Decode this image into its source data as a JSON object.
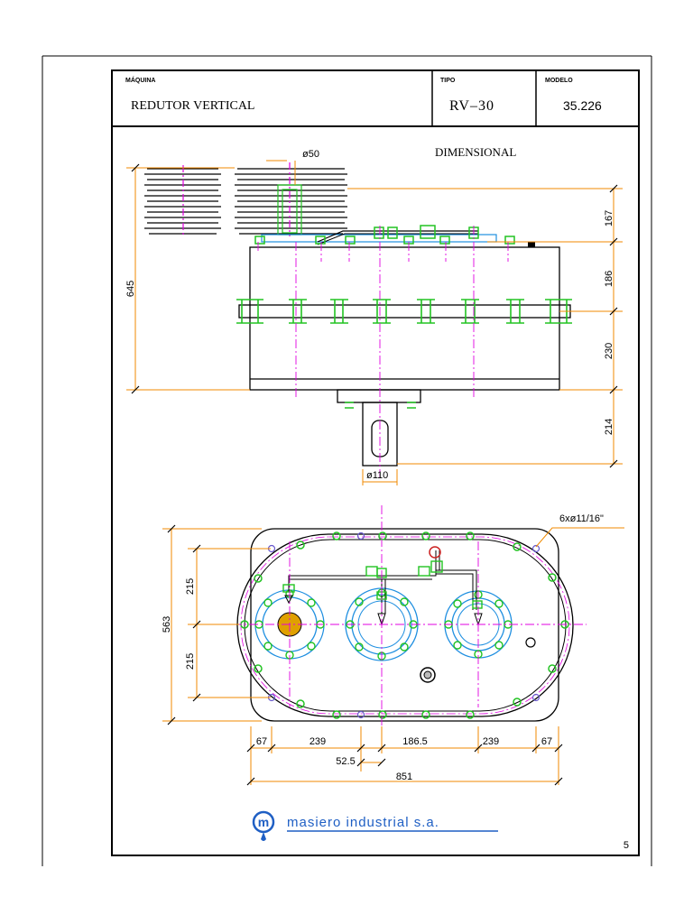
{
  "title_block": {
    "machine_label": "MÁQUINA",
    "machine_value": "REDUTOR VERTICAL",
    "type_label": "TIPO",
    "type_value": "RV–30",
    "model_label": "MODELO",
    "model_value": "35.226"
  },
  "front_view": {
    "heading": "DIMENSIONAL",
    "dims": {
      "pulley_dia": "ø50",
      "total_height": "645",
      "h1": "167",
      "h2": "186",
      "h3": "230",
      "h4": "214",
      "shaft_dia": "ø110"
    }
  },
  "top_view": {
    "holes_note": "6xø11/16\"",
    "dims": {
      "width": "563",
      "half_top": "215",
      "half_bottom": "215",
      "edge_left": "67",
      "span_left": "239",
      "center_span": "186.5",
      "span_right": "239",
      "edge_right": "67",
      "offset": "52.5",
      "total_length": "851"
    }
  },
  "footer": {
    "logo_letter": "m",
    "company": "masiero industrial s.a.",
    "page_number": "5"
  },
  "colors": {
    "dimension": "#f08a00",
    "centerline": "#e000e0",
    "bolt": "#22c322",
    "flange": "#1f8fe0",
    "brand": "#1f5fc4",
    "oil": "#e0a000"
  }
}
